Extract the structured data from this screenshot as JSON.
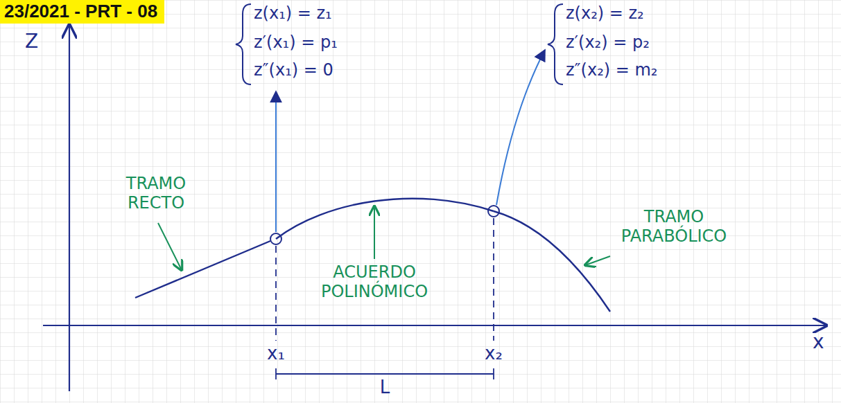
{
  "diagram": {
    "title": "23/2021 - PRT - 08",
    "labels": [
      "Z",
      "z(x₁) = z₁",
      "z′(x₁) = p₁",
      "z″(x₁) = 0",
      "z(x₂) = z₂",
      "z′(x₂) = p₂",
      "z″(x₂) = m₂",
      "TRAMO RECTO",
      "ACUERDO POLINÓMICO",
      "TRAMO PARABÓLICO",
      "x₁",
      "x₂",
      "L",
      "x"
    ]
  }
}
